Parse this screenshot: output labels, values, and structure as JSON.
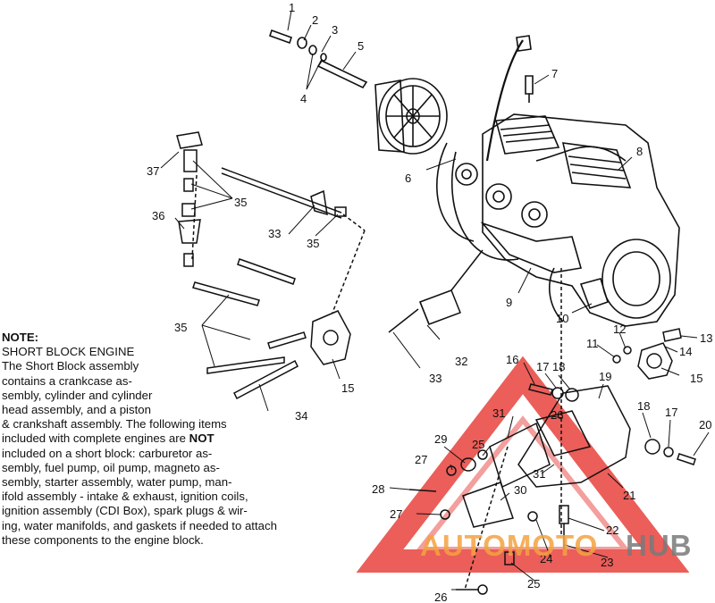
{
  "callouts": [
    {
      "id": "c1",
      "text": "1"
    },
    {
      "id": "c2",
      "text": "2"
    },
    {
      "id": "c3",
      "text": "3"
    },
    {
      "id": "c4",
      "text": "4"
    },
    {
      "id": "c5",
      "text": "5"
    },
    {
      "id": "c6",
      "text": "6"
    },
    {
      "id": "c7",
      "text": "7"
    },
    {
      "id": "c8",
      "text": "8"
    },
    {
      "id": "c9",
      "text": "9"
    },
    {
      "id": "c10",
      "text": "10"
    },
    {
      "id": "c11",
      "text": "11"
    },
    {
      "id": "c12",
      "text": "12"
    },
    {
      "id": "c13",
      "text": "13"
    },
    {
      "id": "c14",
      "text": "14"
    },
    {
      "id": "c15a",
      "text": "15"
    },
    {
      "id": "c15b",
      "text": "15"
    },
    {
      "id": "c16",
      "text": "16"
    },
    {
      "id": "c17a",
      "text": "17"
    },
    {
      "id": "c17b",
      "text": "17"
    },
    {
      "id": "c18a",
      "text": "18"
    },
    {
      "id": "c18b",
      "text": "18"
    },
    {
      "id": "c19",
      "text": "19"
    },
    {
      "id": "c20",
      "text": "20"
    },
    {
      "id": "c21",
      "text": "21"
    },
    {
      "id": "c22",
      "text": "22"
    },
    {
      "id": "c23",
      "text": "23"
    },
    {
      "id": "c24",
      "text": "24"
    },
    {
      "id": "c25a",
      "text": "25"
    },
    {
      "id": "c25b",
      "text": "25"
    },
    {
      "id": "c26a",
      "text": "26"
    },
    {
      "id": "c26b",
      "text": "26"
    },
    {
      "id": "c27a",
      "text": "27"
    },
    {
      "id": "c27b",
      "text": "27"
    },
    {
      "id": "c28",
      "text": "28"
    },
    {
      "id": "c29",
      "text": "29"
    },
    {
      "id": "c30",
      "text": "30"
    },
    {
      "id": "c31a",
      "text": "31"
    },
    {
      "id": "c31b",
      "text": "31"
    },
    {
      "id": "c32",
      "text": "32"
    },
    {
      "id": "c33a",
      "text": "33"
    },
    {
      "id": "c33b",
      "text": "33"
    },
    {
      "id": "c34",
      "text": "34"
    },
    {
      "id": "c35a",
      "text": "35"
    },
    {
      "id": "c35b",
      "text": "35"
    },
    {
      "id": "c35c",
      "text": "35"
    },
    {
      "id": "c36",
      "text": "36"
    },
    {
      "id": "c37",
      "text": "37"
    }
  ],
  "note": {
    "heading": "NOTE:",
    "line1": "SHORT BLOCK ENGINE",
    "line2": "The Short Block assembly",
    "line3": "contains a crankcase as-",
    "line4": "sembly, cylinder and cylinder",
    "line5": "head assembly, and a piston",
    "line6": "& crankshaft assembly.  The following items",
    "line7": "included with complete engines are ",
    "line7_bold": "NOT",
    "line8": "included on a short block:  carburetor as-",
    "line9": "sembly, fuel pump, oil pump, magneto as-",
    "line10": "sembly, starter assembly, water pump, man-",
    "line11": "ifold assembly - intake & exhaust, ignition coils,",
    "line12": "ignition assembly (CDI Box), spark plugs & wir-",
    "line13": "ing, water manifolds, and gaskets if needed to attach",
    "line14": "these components to the engine block."
  },
  "watermark": {
    "text_auto": "AUTOMOTO",
    "text_hub": "HUB",
    "color_red": "#e8433d",
    "color_orange": "#f4a340",
    "color_gray": "#7a7a7a"
  }
}
